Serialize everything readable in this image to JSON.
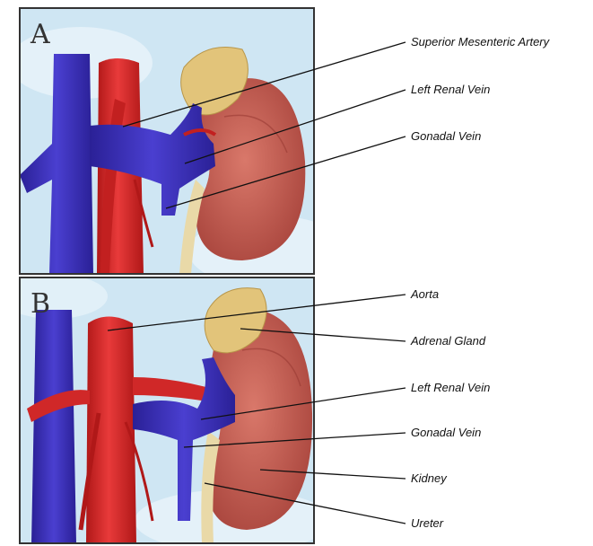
{
  "panels": [
    {
      "letter": "A",
      "labels": [
        "Superior Mesenteric Artery",
        "Left Renal Vein",
        "Gonadal Vein"
      ]
    },
    {
      "letter": "B",
      "labels": [
        "Aorta",
        "Adrenal Gland",
        "Left Renal Vein",
        "Gonadal Vein",
        "Kidney",
        "Ureter"
      ]
    }
  ],
  "colors": {
    "vein": "#3a2fb8",
    "artery": "#d92626",
    "kidney": "#c85a4e",
    "adrenal": "#e2c47a",
    "ureter": "#e9d9a8",
    "background": "#c8e3f2"
  }
}
